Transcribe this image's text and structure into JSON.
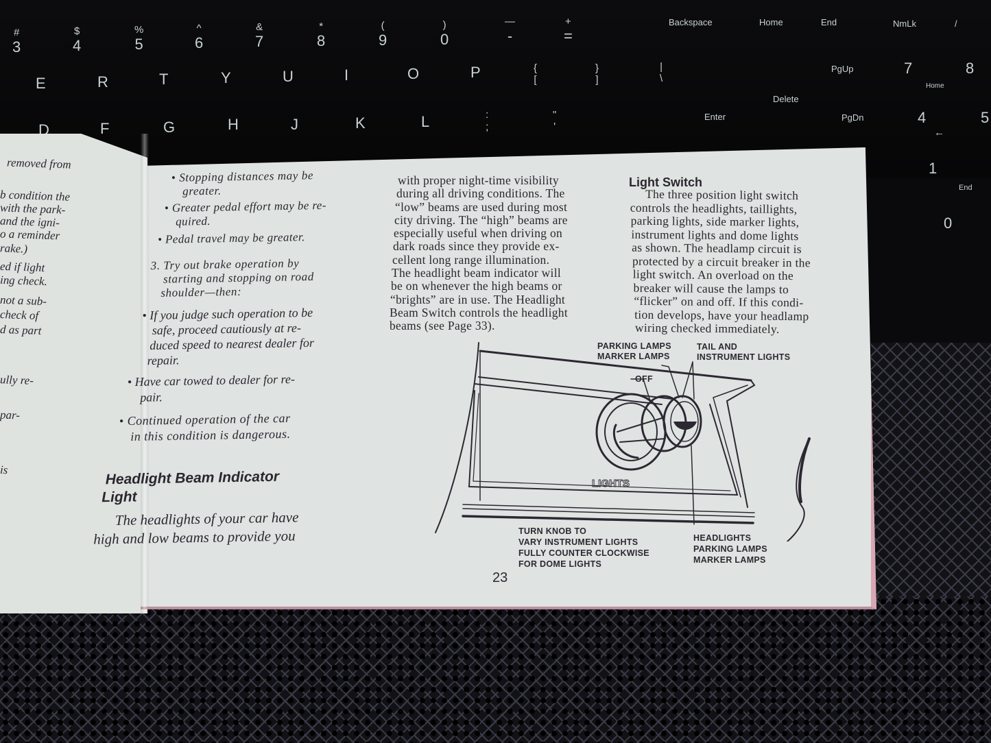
{
  "keyboard": {
    "number_row": [
      {
        "main": "3",
        "shift": "#"
      },
      {
        "main": "4",
        "shift": "$"
      },
      {
        "main": "5",
        "shift": "%"
      },
      {
        "main": "6",
        "shift": "^"
      },
      {
        "main": "7",
        "shift": "&"
      },
      {
        "main": "8",
        "shift": "*"
      },
      {
        "main": "9",
        "shift": "("
      },
      {
        "main": "0",
        "shift": ")"
      },
      {
        "main": "-",
        "shift": "—"
      },
      {
        "main": "=",
        "shift": "+"
      }
    ],
    "top_row": [
      "E",
      "R",
      "T",
      "Y",
      "U",
      "I",
      "O",
      "P"
    ],
    "brackets": [
      {
        "main": "[",
        "shift": "{"
      },
      {
        "main": "]",
        "shift": "}"
      },
      {
        "main": "\\",
        "shift": "|"
      }
    ],
    "home_row": [
      "D",
      "F",
      "G",
      "H",
      "J",
      "K",
      "L"
    ],
    "semicolon": {
      "main": ";",
      "shift": ":"
    },
    "quote": {
      "main": "'",
      "shift": "\""
    },
    "labels": {
      "backspace": "Backspace",
      "home": "Home",
      "end": "End",
      "numlock": "NmLk",
      "slash": "/",
      "pgup": "PgUp",
      "delete": "Delete",
      "enter": "Enter",
      "pgdn": "PgDn",
      "num7": "7",
      "num7_sub": "Home",
      "num8": "8",
      "num4": "4",
      "num4_sub": "←",
      "num5": "5",
      "num1": "1",
      "num1_sub": "End",
      "num0": "0"
    }
  },
  "left_page_fragments": [
    "removed  from",
    "b condition the",
    "with the park-",
    "and the igni-",
    "o a reminder",
    "rake.)",
    "ed  if  light",
    "ing check.",
    "not a sub-",
    "check  of",
    "d as part",
    "ully re-",
    "par-",
    "is"
  ],
  "column1": {
    "bullets_top": [
      [
        "Stopping  distances  may  be",
        "greater."
      ],
      [
        "Greater pedal effort may be re-",
        "quired."
      ],
      [
        "Pedal travel may be greater."
      ]
    ],
    "step3": [
      "3. Try  out  brake  operation  by",
      "starting  and  stopping  on  road",
      "shoulder—then:"
    ],
    "bullets_bottom": [
      [
        "If you judge such operation to be",
        "safe,  proceed  cautiously  at  re-",
        "duced speed to nearest dealer for",
        "repair."
      ],
      [
        "Have car towed to dealer for re-",
        "pair."
      ],
      [
        "Continued operation of the car",
        "in this condition is dangerous."
      ]
    ],
    "section_heading_line1": "Headlight Beam Indicator",
    "section_heading_line2": "Light",
    "section_body": [
      "The headlights of your car have",
      "high and low beams to provide you"
    ]
  },
  "column2": {
    "lines": [
      "with  proper  night-time  visibility",
      "during all driving conditions. The",
      "“low” beams are used during most",
      "city driving. The “high” beams are",
      "especially useful when driving on",
      "dark roads since they provide ex-",
      "cellent  long  range  illumination.",
      "The headlight beam indicator will",
      "be on whenever the high beams or",
      "“brights” are in use. The Headlight",
      "Beam Switch controls the headlight",
      "beams (see Page 33)."
    ]
  },
  "column3": {
    "heading": "Light Switch",
    "lines": [
      "The three position light switch",
      "controls the headlights, taillights,",
      "parking lights, side marker lights,",
      "instrument lights and dome lights",
      "as shown. The headlamp circuit is",
      "protected by a circuit breaker in the",
      "light switch. An overload on the",
      "breaker will cause the lamps to",
      "“flicker” on and off. If this condi-",
      "tion develops, have your headlamp",
      "wiring checked immediately."
    ]
  },
  "diagram": {
    "label_parking": [
      "PARKING LAMPS",
      "MARKER LAMPS"
    ],
    "label_tail": [
      "TAIL AND",
      "INSTRUMENT LIGHTS"
    ],
    "label_off": "OFF",
    "label_panel": "LIGHTS",
    "label_turn_knob": [
      "TURN KNOB TO",
      "VARY INSTRUMENT LIGHTS",
      "FULLY COUNTER CLOCKWISE",
      "FOR DOME LIGHTS"
    ],
    "label_headlights": [
      "HEADLIGHTS",
      "PARKING LAMPS",
      "MARKER LAMPS"
    ]
  },
  "page_number": "23",
  "colors": {
    "paper": "#dfe3e1",
    "ink": "#2a2730",
    "page_edge": "#d9a6b4",
    "keyboard": "#0a0a0c",
    "key_legend": "#c8d2d0"
  }
}
